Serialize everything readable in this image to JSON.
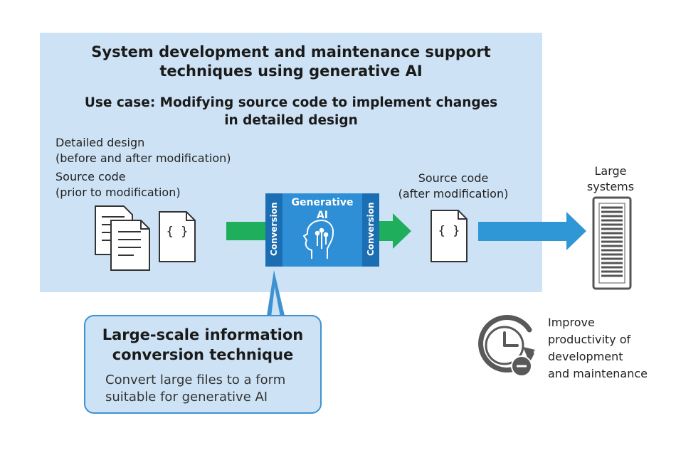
{
  "title": {
    "line1": "System development and maintenance support",
    "line2": "techniques using generative AI"
  },
  "subtitle": {
    "line1": "Use case: Modifying source code to implement changes",
    "line2": "in detailed design"
  },
  "inputs": {
    "detailed_design_line1": "Detailed design",
    "detailed_design_line2": "(before and after modification)",
    "source_before_line1": "Source code",
    "source_before_line2": "(prior to modification)"
  },
  "ai_box": {
    "title_line1": "Generative",
    "title_line2": "AI",
    "left_conversion": "Conversion",
    "right_conversion": "Conversion"
  },
  "output": {
    "line1": "Source code",
    "line2": "(after modification)"
  },
  "target": {
    "line1": "Large",
    "line2": "systems"
  },
  "benefit": {
    "line1": "Improve",
    "line2": "productivity of",
    "line3": "development",
    "line4": "and maintenance"
  },
  "callout": {
    "title_line1": "Large-scale information",
    "title_line2": "conversion technique",
    "desc_line1": "Convert large files to a form",
    "desc_line2": "suitable for generative AI"
  },
  "code_glyph": "{ }",
  "icons": [
    "document-stack-icon",
    "code-file-icon",
    "ai-head-icon",
    "server-rack-icon",
    "clock-productivity-icon"
  ],
  "colors": {
    "panel": "#cde3f5",
    "green_arrow": "#1fae5b",
    "blue_arrow": "#2f97d6",
    "ai_box": "#2e8fd6",
    "conversion_band": "#1c6eb2",
    "gray_icon": "#595959"
  }
}
